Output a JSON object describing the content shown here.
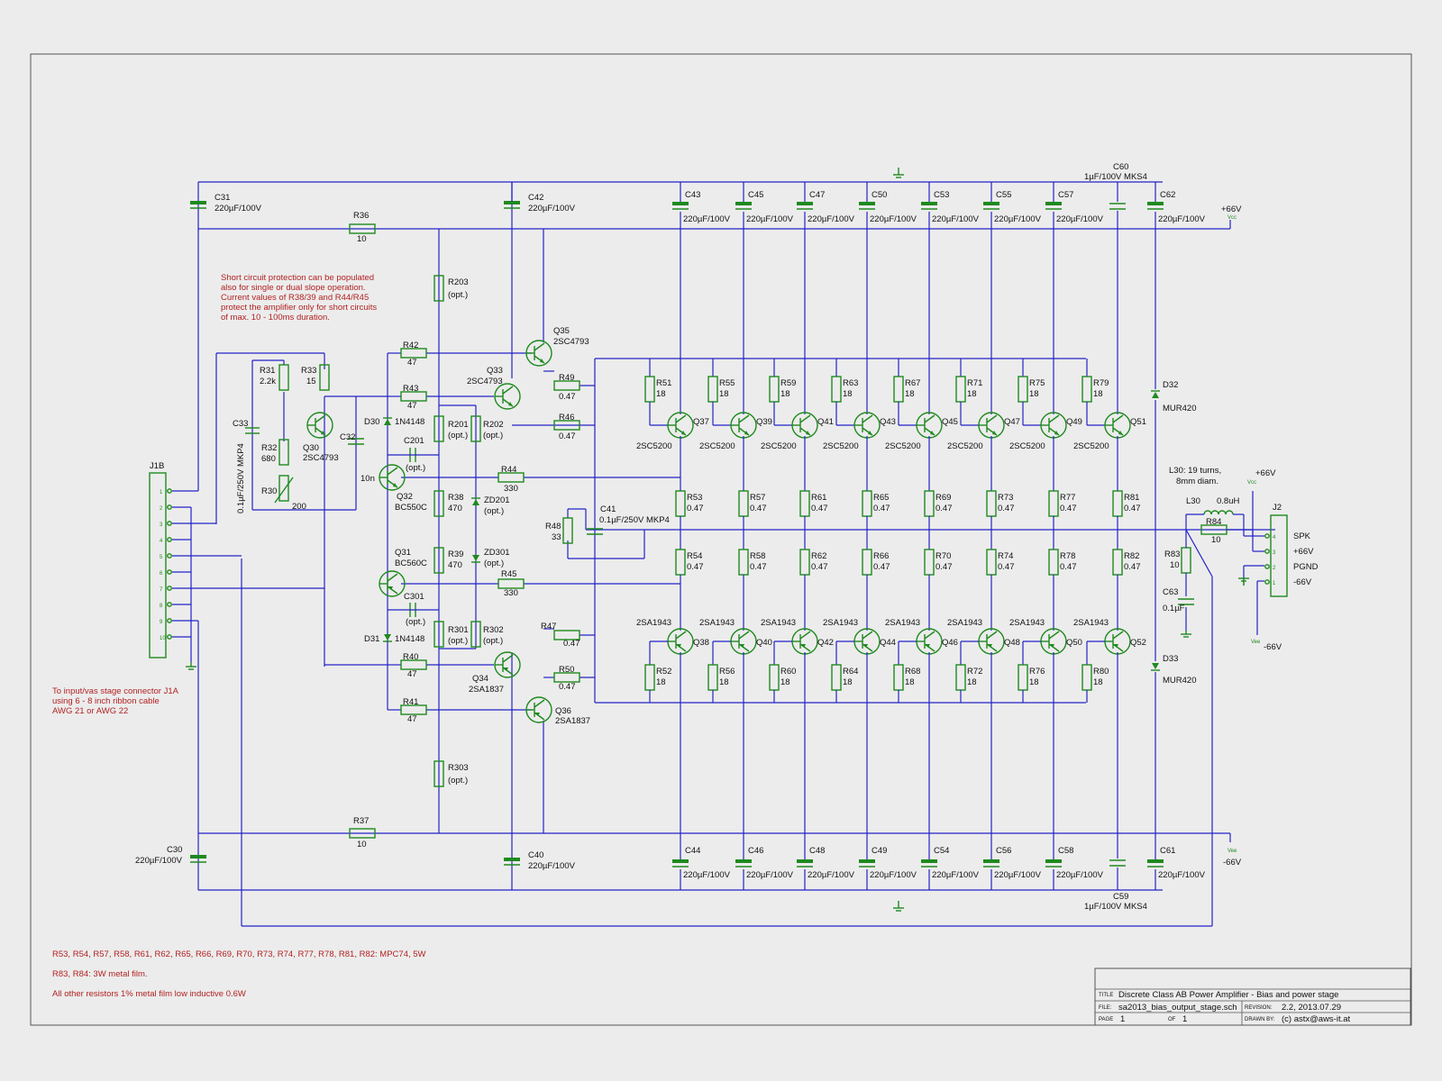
{
  "notes": {
    "short_circuit": [
      "Short circuit protection can be populated",
      "also for single or dual slope operation.",
      "Current values of R38/39 and R44/R45",
      "protect the amplifier only for short circuits",
      "of max. 10 - 100ms duration."
    ],
    "connector": [
      "To input/vas stage connector J1A",
      "using 6 - 8 inch ribbon cable",
      "AWG 21 or AWG 22"
    ],
    "bom": [
      "R53, R54, R57, R58, R61, R62, R65, R66, R69, R70, R73, R74, R77, R78, R81, R82: MPC74, 5W",
      "R83, R84: 3W metal film.",
      "All other resistors 1% metal film low inductive 0.6W"
    ],
    "coil": [
      "L30: 19 turns,",
      "8mm diam."
    ]
  },
  "title_block": {
    "title_label": "TITLE",
    "title": "Discrete Class AB Power Amplifier - Bias and power stage",
    "file_label": "FILE:",
    "file": "sa2013_bias_output_stage.sch",
    "rev_label": "REVISION:",
    "rev": "2.2, 2013.07.29",
    "page_label": "PAGE",
    "page": "1",
    "of_label": "OF",
    "of": "1",
    "drawn_label": "DRAWN BY:",
    "drawn": "(c) astx@aws-it.at"
  },
  "power": {
    "pos_rail": "+66V",
    "neg_rail": "-66V",
    "vcc": "Vcc",
    "vee": "Vee"
  },
  "connector_j1b": {
    "name": "J1B",
    "pins": [
      "1",
      "2",
      "3",
      "4",
      "5",
      "6",
      "7",
      "8",
      "9",
      "10"
    ]
  },
  "connector_j2": {
    "name": "J2",
    "pins": [
      "4",
      "3",
      "2",
      "1"
    ],
    "labels": [
      "SPK",
      "+66V",
      "PGND",
      "-66V"
    ]
  },
  "rail_caps_top": [
    {
      "ref": "C43",
      "val": "220µF/100V"
    },
    {
      "ref": "C45",
      "val": "220µF/100V"
    },
    {
      "ref": "C47",
      "val": "220µF/100V"
    },
    {
      "ref": "C50",
      "val": "220µF/100V"
    },
    {
      "ref": "C53",
      "val": "220µF/100V"
    },
    {
      "ref": "C55",
      "val": "220µF/100V"
    },
    {
      "ref": "C57",
      "val": "220µF/100V"
    },
    {
      "ref": "C62",
      "val": "220µF/100V"
    }
  ],
  "rail_caps_bottom": [
    {
      "ref": "C44",
      "val": "220µF/100V"
    },
    {
      "ref": "C46",
      "val": "220µF/100V"
    },
    {
      "ref": "C48",
      "val": "220µF/100V"
    },
    {
      "ref": "C49",
      "val": "220µF/100V"
    },
    {
      "ref": "C54",
      "val": "220µF/100V"
    },
    {
      "ref": "C56",
      "val": "220µF/100V"
    },
    {
      "ref": "C58",
      "val": "220µF/100V"
    },
    {
      "ref": "C61",
      "val": "220µF/100V"
    }
  ],
  "film_caps": {
    "top": {
      "ref": "C60",
      "val": "1µF/100V MKS4"
    },
    "bottom": {
      "ref": "C59",
      "val": "1µF/100V MKS4"
    }
  },
  "output_npn": [
    {
      "q": "Q37",
      "rb": "R51",
      "rbv": "18",
      "re": "R53",
      "rev": "0.47",
      "type": "2SC5200"
    },
    {
      "q": "Q39",
      "rb": "R55",
      "rbv": "18",
      "re": "R57",
      "rev": "0.47",
      "type": "2SC5200"
    },
    {
      "q": "Q41",
      "rb": "R59",
      "rbv": "18",
      "re": "R61",
      "rev": "0.47",
      "type": "2SC5200"
    },
    {
      "q": "Q43",
      "rb": "R63",
      "rbv": "18",
      "re": "R65",
      "rev": "0.47",
      "type": "2SC5200"
    },
    {
      "q": "Q45",
      "rb": "R67",
      "rbv": "18",
      "re": "R69",
      "rev": "0.47",
      "type": "2SC5200"
    },
    {
      "q": "Q47",
      "rb": "R71",
      "rbv": "18",
      "re": "R73",
      "rev": "0.47",
      "type": "2SC5200"
    },
    {
      "q": "Q49",
      "rb": "R75",
      "rbv": "18",
      "re": "R77",
      "rev": "0.47",
      "type": "2SC5200"
    },
    {
      "q": "Q51",
      "rb": "R79",
      "rbv": "18",
      "re": "R81",
      "rev": "0.47",
      "type": "2SC5200"
    }
  ],
  "output_pnp": [
    {
      "q": "Q38",
      "rb": "R52",
      "rbv": "18",
      "re": "R54",
      "rev": "0.47",
      "type": "2SA1943"
    },
    {
      "q": "Q40",
      "rb": "R56",
      "rbv": "18",
      "re": "R58",
      "rev": "0.47",
      "type": "2SA1943"
    },
    {
      "q": "Q42",
      "rb": "R60",
      "rbv": "18",
      "re": "R62",
      "rev": "0.47",
      "type": "2SA1943"
    },
    {
      "q": "Q44",
      "rb": "R64",
      "rbv": "18",
      "re": "R66",
      "rev": "0.47",
      "type": "2SA1943"
    },
    {
      "q": "Q46",
      "rb": "R68",
      "rbv": "18",
      "re": "R70",
      "rev": "0.47",
      "type": "2SA1943"
    },
    {
      "q": "Q48",
      "rb": "R72",
      "rbv": "18",
      "re": "R74",
      "rev": "0.47",
      "type": "2SA1943"
    },
    {
      "q": "Q50",
      "rb": "R76",
      "rbv": "18",
      "re": "R78",
      "rev": "0.47",
      "type": "2SA1943"
    },
    {
      "q": "Q52",
      "rb": "R80",
      "rbv": "18",
      "re": "R82",
      "rev": "0.47",
      "type": "2SA1943"
    }
  ],
  "parts": {
    "C31": {
      "ref": "C31",
      "val": "220µF/100V"
    },
    "C42": {
      "ref": "C42",
      "val": "220µF/100V"
    },
    "C30": {
      "ref": "C30",
      "val": "220µF/100V"
    },
    "C40": {
      "ref": "C40",
      "val": "220µF/100V"
    },
    "R36": {
      "ref": "R36",
      "val": "10"
    },
    "R37": {
      "ref": "R37",
      "val": "10"
    },
    "R203": {
      "ref": "R203",
      "val": "(opt.)"
    },
    "R303": {
      "ref": "R303",
      "val": "(opt.)"
    },
    "R31": {
      "ref": "R31",
      "val": "2.2k"
    },
    "R33": {
      "ref": "R33",
      "val": "15"
    },
    "R32": {
      "ref": "R32",
      "val": "680"
    },
    "R30": {
      "ref": "R30",
      "val": "200"
    },
    "C33": {
      "ref": "C33",
      "val": "0.1µF/250V MKP4"
    },
    "C32": {
      "ref": "C32",
      "val": "10n"
    },
    "Q30": {
      "ref": "Q30",
      "val": "2SC4793"
    },
    "R42": {
      "ref": "R42",
      "val": "47"
    },
    "R43": {
      "ref": "R43",
      "val": "47"
    },
    "R40": {
      "ref": "R40",
      "val": "47"
    },
    "R41": {
      "ref": "R41",
      "val": "47"
    },
    "D30": {
      "ref": "D30",
      "val": "1N4148"
    },
    "D31": {
      "ref": "D31",
      "val": "1N4148"
    },
    "C201": {
      "ref": "C201",
      "val": "(opt.)"
    },
    "C301": {
      "ref": "C301",
      "val": "(opt.)"
    },
    "Q32": {
      "ref": "Q32",
      "val": "BC550C"
    },
    "Q31": {
      "ref": "Q31",
      "val": "BC560C"
    },
    "R201": {
      "ref": "R201",
      "val": "(opt.)"
    },
    "R202": {
      "ref": "R202",
      "val": "(opt.)"
    },
    "R301": {
      "ref": "R301",
      "val": "(opt.)"
    },
    "R302": {
      "ref": "R302",
      "val": "(opt.)"
    },
    "R38": {
      "ref": "R38",
      "val": "470"
    },
    "R39": {
      "ref": "R39",
      "val": "470"
    },
    "ZD201": {
      "ref": "ZD201",
      "val": "(opt.)"
    },
    "ZD301": {
      "ref": "ZD301",
      "val": "(opt.)"
    },
    "R44": {
      "ref": "R44",
      "val": "330"
    },
    "R45": {
      "ref": "R45",
      "val": "330"
    },
    "Q33": {
      "ref": "Q33",
      "val": "2SC4793"
    },
    "Q35": {
      "ref": "Q35",
      "val": "2SC4793"
    },
    "Q34": {
      "ref": "Q34",
      "val": "2SA1837"
    },
    "Q36": {
      "ref": "Q36",
      "val": "2SA1837"
    },
    "R49": {
      "ref": "R49",
      "val": "0.47"
    },
    "R46": {
      "ref": "R46",
      "val": "0.47"
    },
    "R47": {
      "ref": "R47",
      "val": "0.47"
    },
    "R50": {
      "ref": "R50",
      "val": "0.47"
    },
    "R48": {
      "ref": "R48",
      "val": "33"
    },
    "C41": {
      "ref": "C41",
      "val": "0.1µF/250V MKP4"
    },
    "D32": {
      "ref": "D32",
      "val": "MUR420"
    },
    "D33": {
      "ref": "D33",
      "val": "MUR420"
    },
    "L30": {
      "ref": "L30",
      "val": "0.8uH"
    },
    "R84": {
      "ref": "R84",
      "val": "10"
    },
    "R83": {
      "ref": "R83",
      "val": "10"
    },
    "C63": {
      "ref": "C63",
      "val": "0.1µF"
    }
  }
}
